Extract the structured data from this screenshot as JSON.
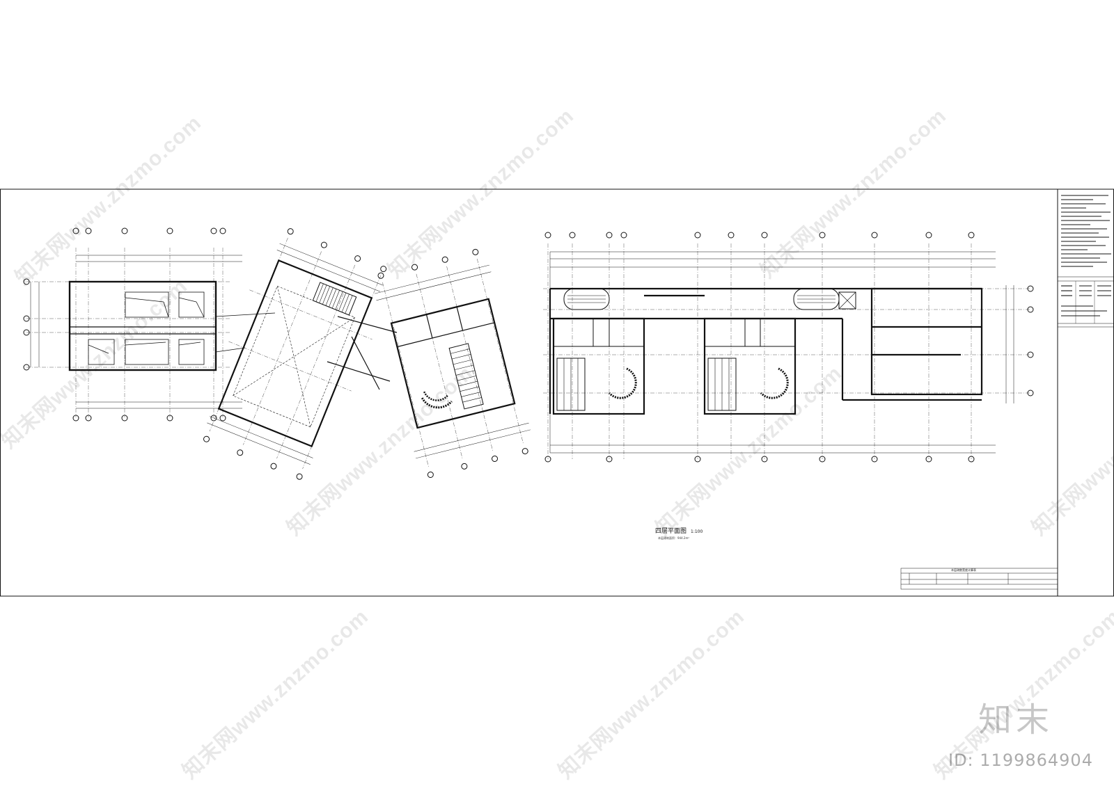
{
  "drawing": {
    "plan_title": "四层平面图",
    "plan_scale": "1:100",
    "plan_area_note": "本层建筑面积：944.2m²"
  },
  "schedule": {
    "title": "本层疏散宽度计算表"
  },
  "watermark": {
    "text": "知末网www.znzmo.com"
  },
  "brand": {
    "logo": "知末",
    "id_label": "ID: 1199864904"
  },
  "colors": {
    "line": "#111111",
    "background": "#ffffff",
    "watermark": "rgba(0,0,0,0.09)"
  }
}
